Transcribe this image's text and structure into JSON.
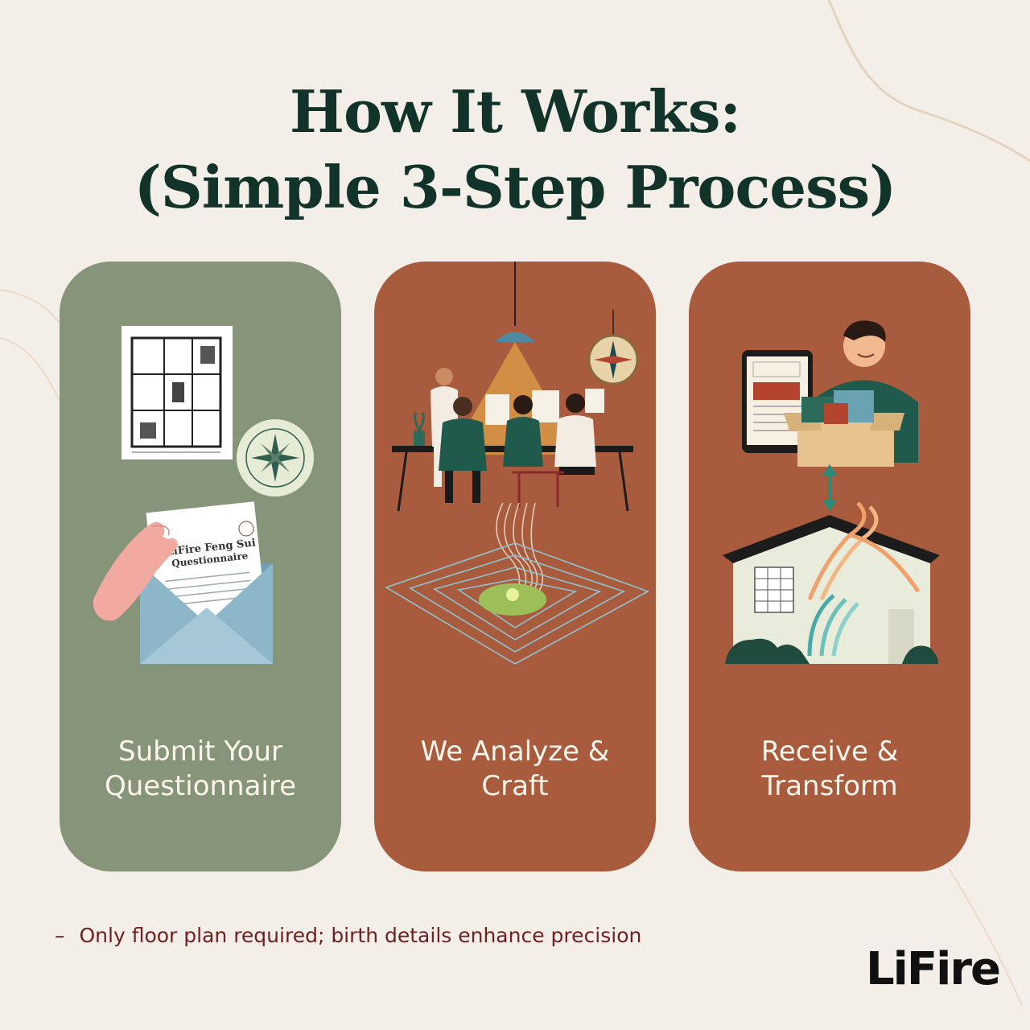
{
  "heading": {
    "line1": "How It Works:",
    "line2": "(Simple 3-Step Process)"
  },
  "steps": [
    {
      "label_line1": "Submit Your",
      "label_line2": "Questionnaire",
      "color": "#869579",
      "illustration": "envelope-floorplan-compass"
    },
    {
      "label_line1": "We Analyze &",
      "label_line2": "Craft",
      "color": "#a95b3d",
      "illustration": "team-analysis-energy-map"
    },
    {
      "label_line1": "Receive &",
      "label_line2": "Transform",
      "color": "#a95b3d",
      "illustration": "person-box-house-energy"
    }
  ],
  "footnote": {
    "dash": "–",
    "text": "Only floor plan required; birth details enhance precision"
  },
  "brand": {
    "name": "LiFire"
  },
  "colors": {
    "background": "#f3efe8",
    "heading": "#12332a",
    "card_green": "#869579",
    "card_rust": "#a95b3d",
    "footnote": "#6f1f1f"
  }
}
